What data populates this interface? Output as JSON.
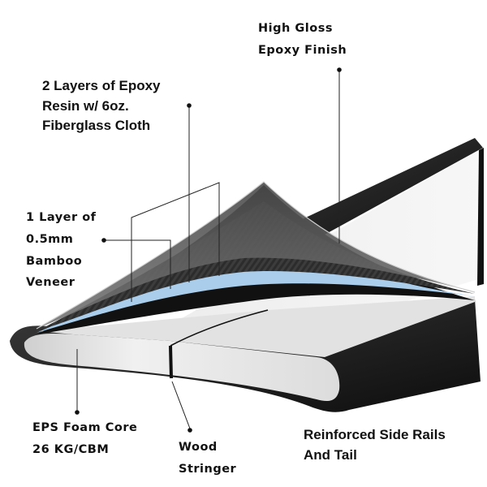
{
  "labels": {
    "high_gloss": "High Gloss\nEpoxy Finish",
    "epoxy_layers": "2  Layers of Epoxy\nResin w/ 6oz.\nFiberglass Cloth",
    "bamboo": "1 Layer of\n0.5mm\nBamboo\nVeneer",
    "eps_core": "EPS Foam Core\n26 KG/CBM",
    "stringer": "Wood\nStringer",
    "rails": "Reinforced Side Rails\nAnd Tail"
  },
  "colors": {
    "rail": "#1b1b1b",
    "foam": "#e8e8e8",
    "fiberglass": "#2a2a2a",
    "bamboo_layer": "#a9cdea",
    "leader": "#222222"
  }
}
